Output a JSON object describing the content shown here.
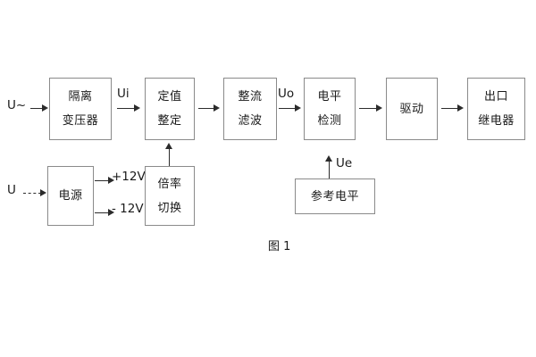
{
  "figure": {
    "caption": "图 1",
    "signal_flow": {
      "ac_input": "U~",
      "dc_input": "U",
      "ui": "Ui",
      "uo": "Uo",
      "ue": "Ue",
      "rail_positive": "+12V",
      "rail_negative": "- 12V"
    },
    "blocks": [
      {
        "id": "isolation-transformer",
        "lines": [
          "隔离",
          "变压器"
        ]
      },
      {
        "id": "setpoint-adjust",
        "lines": [
          "定值",
          "整定"
        ]
      },
      {
        "id": "rectify-filter",
        "lines": [
          "整流",
          "滤波"
        ]
      },
      {
        "id": "level-detect",
        "lines": [
          "电平",
          "检测"
        ]
      },
      {
        "id": "drive",
        "lines": [
          "驱动"
        ]
      },
      {
        "id": "output-relay",
        "lines": [
          "出口",
          "继电器"
        ]
      },
      {
        "id": "power-supply",
        "lines": [
          "电源"
        ]
      },
      {
        "id": "multiplier-switch",
        "lines": [
          "倍率",
          "切换"
        ]
      },
      {
        "id": "reference-level",
        "lines": [
          "参考电平"
        ]
      }
    ]
  },
  "colors": {
    "box_border": "#8a8a8a",
    "arrow": "#2b2b2b",
    "text": "#1a1a1a",
    "background": "#ffffff"
  }
}
